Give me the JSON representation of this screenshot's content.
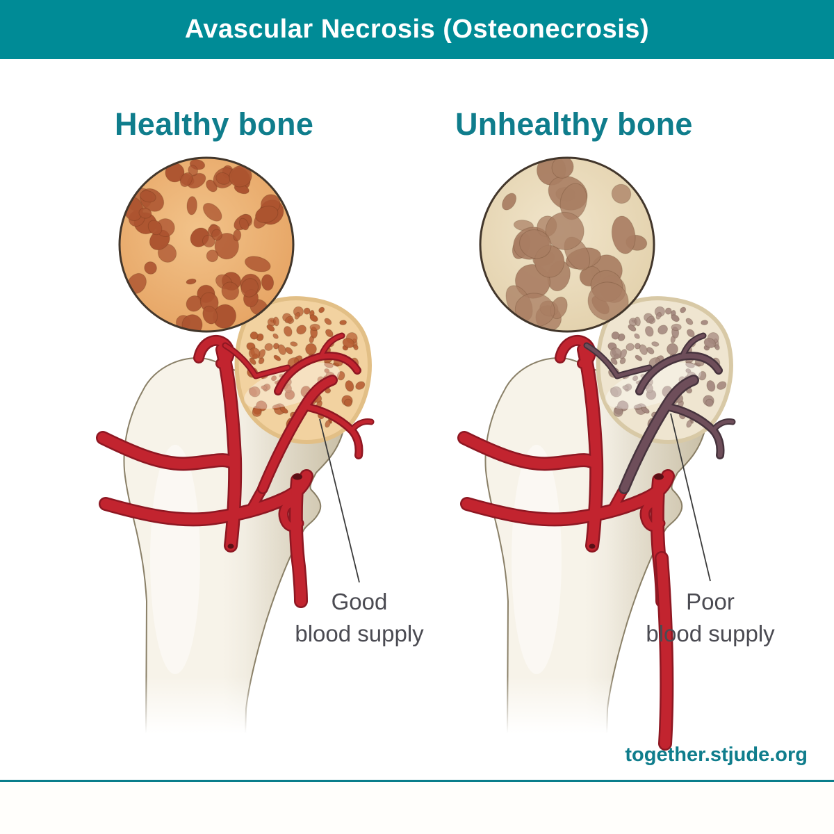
{
  "header": {
    "title": "Avascular Necrosis (Osteonecrosis)"
  },
  "panels": {
    "healthy": {
      "heading": "Healthy bone",
      "caption_line1": "Good",
      "caption_line2": "blood supply"
    },
    "unhealthy": {
      "heading": "Unhealthy bone",
      "caption_line1": "Poor",
      "caption_line2": "blood supply"
    }
  },
  "footer": {
    "website": "together.stjude.org"
  },
  "colors": {
    "header_bg": "#008B96",
    "heading_text": "#0F7D8C",
    "caption_text": "#4B4B52",
    "footer_text": "#0F7D8C",
    "divider": "#0A7E8B",
    "artery_red": "#C2242F",
    "artery_red_dark": "#8E1722",
    "occluded_vessel": "#6E4E5A",
    "occluded_vessel_dark": "#46333D",
    "bone_light": "#F7F3E9",
    "bone_dark": "#E3DBC5",
    "bone_outline": "#8A8068",
    "healthy_matrix_inner": "#F2C38A",
    "healthy_matrix_outer": "#E49E5C",
    "healthy_marrow": "#AC5430",
    "unhealthy_matrix_inner": "#F1E5CB",
    "unhealthy_matrix_outer": "#E0CDA6",
    "unhealthy_marrow": "#A97E63",
    "healthy_head_base": "#F2D2A0",
    "healthy_head_pore": "#B65D32",
    "healthy_head_rim": "#E2BF86",
    "unhealthy_head_base": "#EFE5D0",
    "unhealthy_head_pore": "#A3877D",
    "unhealthy_head_rim": "#D8C9A6",
    "leader_line": "#3A3A3A",
    "inset_outline": "#42362B"
  }
}
